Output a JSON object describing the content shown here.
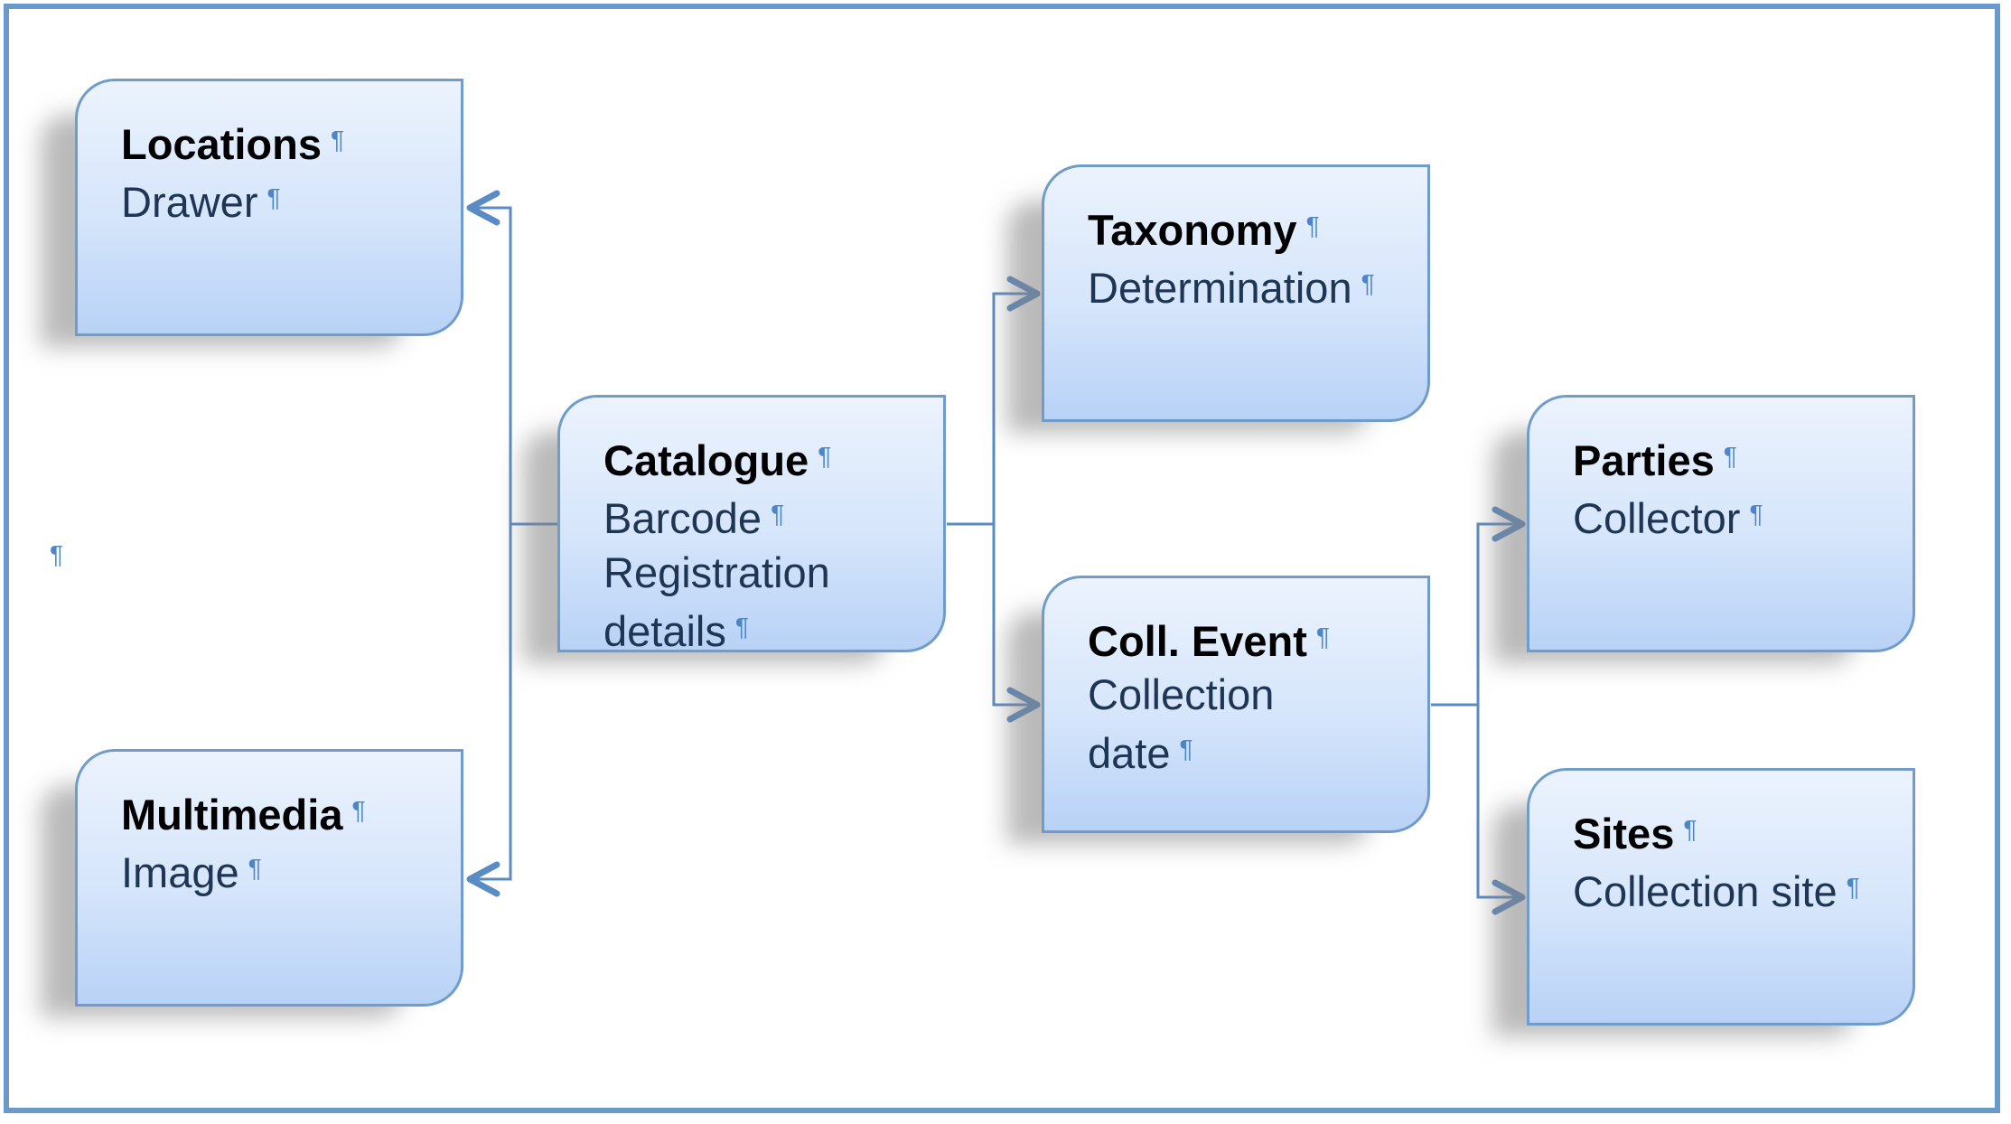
{
  "nodes": {
    "locations": {
      "title": "Locations",
      "detail": "Drawer"
    },
    "multimedia": {
      "title": "Multimedia",
      "detail": "Image"
    },
    "catalogue": {
      "title": "Catalogue",
      "detail": "Barcode",
      "detail2": "Registration details"
    },
    "taxonomy": {
      "title": "Taxonomy",
      "detail": "Determination"
    },
    "coll_event": {
      "title": "Coll. Event",
      "detail": "Collection date"
    },
    "parties": {
      "title": "Parties",
      "detail": "Collector"
    },
    "sites": {
      "title": "Sites",
      "detail": "Collection site"
    }
  },
  "marks": {
    "pilcrow": "¶"
  },
  "colors": {
    "frame": "#6a9acb",
    "box_border": "#6f9ccb",
    "box_fill_top": "#ecf3fd",
    "box_fill_bottom": "#b8d2f6",
    "connector": "#5a8bc4"
  }
}
